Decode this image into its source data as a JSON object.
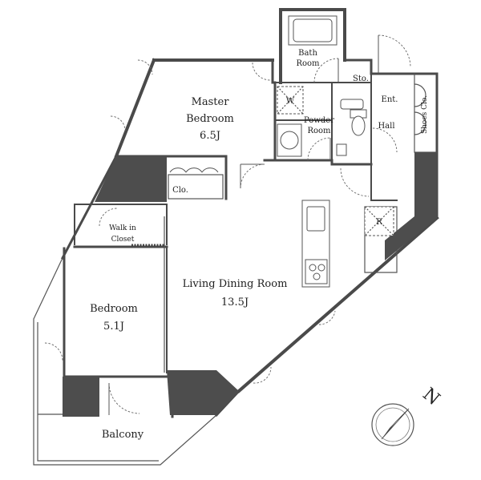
{
  "rooms": {
    "master_bedroom": {
      "name_line1": "Master",
      "name_line2": "Bedroom",
      "size": "6.5J"
    },
    "bath_room": {
      "name_line1": "Bath",
      "name_line2": "Room"
    },
    "storage": {
      "name": "Sto."
    },
    "entrance": {
      "name": "Ent."
    },
    "hall": {
      "name": "Hall"
    },
    "shoes_closet": {
      "name": "Shoes Clo."
    },
    "powder_room": {
      "name_line1": "Powder",
      "name_line2": "Room"
    },
    "washer": {
      "name": "W"
    },
    "refrigerator": {
      "name": "R"
    },
    "closet": {
      "name": "Clo."
    },
    "walk_in_closet": {
      "name_line1": "Walk in",
      "name_line2": "Closet"
    },
    "living_dining": {
      "name": "Living Dining Room",
      "size": "13.5J"
    },
    "bedroom": {
      "name": "Bedroom",
      "size": "5.1J"
    },
    "balcony": {
      "name": "Balcony"
    }
  },
  "compass": {
    "label": "N"
  }
}
